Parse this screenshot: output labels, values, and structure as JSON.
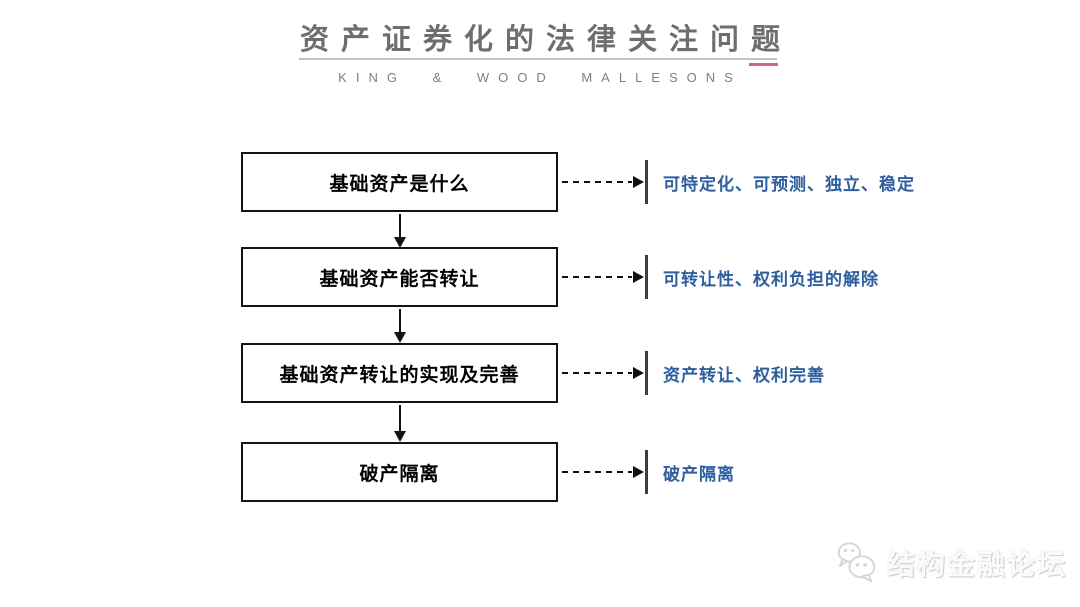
{
  "header": {
    "title": "资产证券化的法律关注问题",
    "subtitle": "KING & WOOD MALLESONS",
    "underline_color": "#b5c7d3",
    "accent_color": "#d4608c",
    "title_color": "#6e6e6e"
  },
  "flow": {
    "note_color": "#2e5e9e",
    "box_border_color": "#141414",
    "rows": [
      {
        "box": "基础资产是什么",
        "note": "可特定化、可预测、独立、稳定"
      },
      {
        "box": "基础资产能否转让",
        "note": "可转让性、权利负担的解除"
      },
      {
        "box": "基础资产转让的实现及完善",
        "note": "资产转让、权利完善"
      },
      {
        "box": "破产隔离",
        "note": "破产隔离"
      }
    ]
  },
  "watermark": {
    "icon": "wechat-icon",
    "text": "结构金融论坛"
  }
}
